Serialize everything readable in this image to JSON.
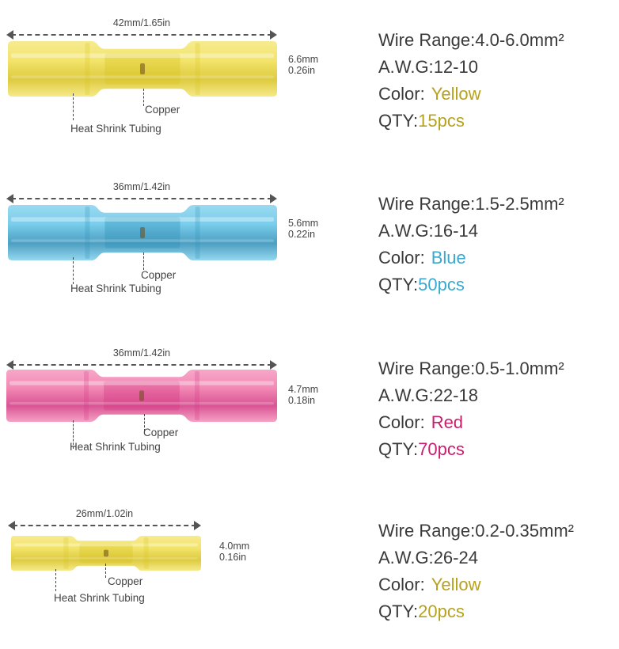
{
  "labels": {
    "wire_range": "Wire Range:",
    "awg": "A.W.G:",
    "color": "Color:",
    "qty": "QTY:",
    "copper": "Copper",
    "heat_shrink": "Heat Shrink Tubing"
  },
  "items": [
    {
      "length": "42mm/1.65in",
      "dia_mm": "6.6mm",
      "dia_in": "0.26in",
      "wire_range": "4.0-6.0mm²",
      "awg": "12-10",
      "color_name": "Yellow",
      "qty": "15pcs",
      "accent": "#b6a21e",
      "tube_color": "#f3e46b",
      "tube_dark": "#d8c21f"
    },
    {
      "length": "36mm/1.42in",
      "dia_mm": "5.6mm",
      "dia_in": "0.22in",
      "wire_range": "1.5-2.5mm²",
      "awg": "16-14",
      "color_name": "Blue",
      "qty": "50pcs",
      "accent": "#3aa9cf",
      "tube_color": "#79cdeb",
      "tube_dark": "#2f8fb8"
    },
    {
      "length": "36mm/1.42in",
      "dia_mm": "4.7mm",
      "dia_in": "0.18in",
      "wire_range": "0.5-1.0mm²",
      "awg": "22-18",
      "color_name": "Red",
      "qty": "70pcs",
      "accent": "#c71f6e",
      "tube_color": "#f38ab6",
      "tube_dark": "#d33682"
    },
    {
      "length": "26mm/1.02in",
      "dia_mm": "4.0mm",
      "dia_in": "0.16in",
      "wire_range": "0.2-0.35mm²",
      "awg": "26-24",
      "color_name": "Yellow",
      "qty": "20pcs",
      "accent": "#b6a21e",
      "tube_color": "#f3e46b",
      "tube_dark": "#d8c21f"
    }
  ]
}
